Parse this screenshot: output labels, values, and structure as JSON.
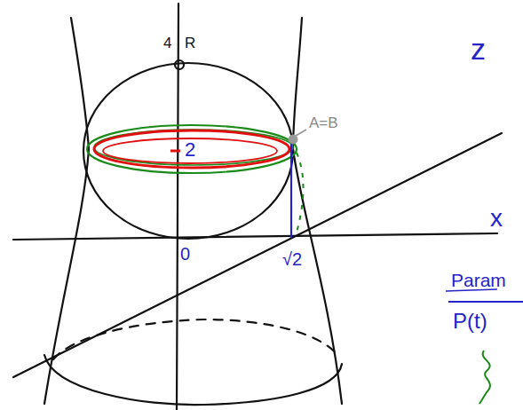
{
  "diagram": {
    "labels": [
      "4",
      "R",
      "2",
      "A=B",
      "z",
      "x",
      "0",
      "√2",
      "Param",
      "P(t)"
    ]
  }
}
